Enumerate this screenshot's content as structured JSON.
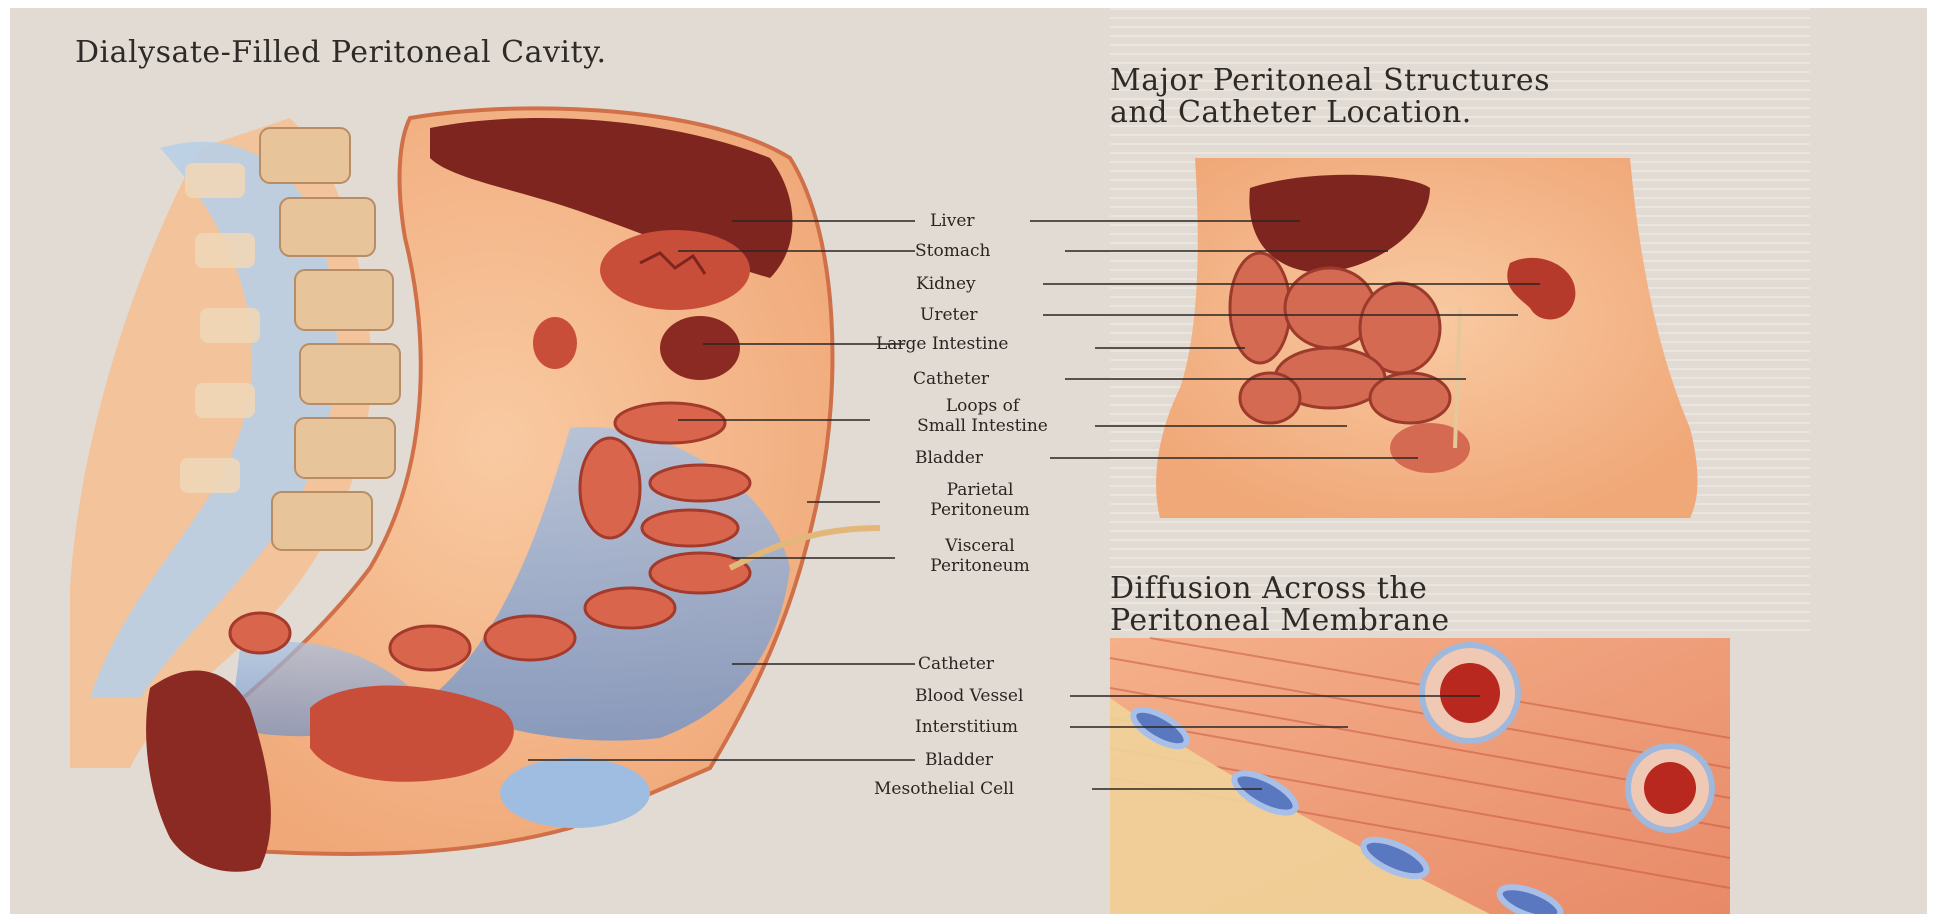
{
  "titles": {
    "left": "Dialysate-Filled Peritoneal Cavity.",
    "top_right_line1": "Major Peritoneal Structures",
    "top_right_line2": "and Catheter Location.",
    "bottom_right_line1": "Diffusion Across the",
    "bottom_right_line2": "Peritoneal Membrane"
  },
  "labels": {
    "liver": "Liver",
    "stomach": "Stomach",
    "kidney": "Kidney",
    "ureter": "Ureter",
    "large_intestine": "Large Intestine",
    "catheter_upper": "Catheter",
    "loops_line1": "Loops of",
    "loops_line2": "Small Intestine",
    "bladder_upper": "Bladder",
    "parietal_line1": "Parietal",
    "parietal_line2": "Peritoneum",
    "visceral_line1": "Visceral",
    "visceral_line2": "Peritoneum",
    "catheter_lower": "Catheter",
    "blood_vessel": "Blood Vessel",
    "interstitium": "Interstitium",
    "bladder_lower": "Bladder",
    "mesothelial_cell": "Mesothelial Cell"
  },
  "colors": {
    "background": "#e2dbd3",
    "tissue": "#f2b48a",
    "organ_dark": "#8a2a22",
    "organ_mid": "#c8503a",
    "dialysate_blue": "#8fb0d8",
    "spine_blue": "#b9cfe6"
  }
}
